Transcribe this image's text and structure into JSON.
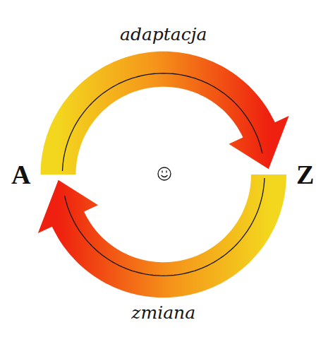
{
  "diagram": {
    "nodes": [
      {
        "text": [
          "A"
        ]
      },
      {
        "text": [
          "Z"
        ]
      }
    ],
    "edges": [
      {
        "from": 0,
        "to": 1,
        "arrow": "to",
        "label": "adaptacja"
      },
      {
        "from": 1,
        "to": 0,
        "arrow": "to",
        "label": "zmiana"
      }
    ]
  }
}
